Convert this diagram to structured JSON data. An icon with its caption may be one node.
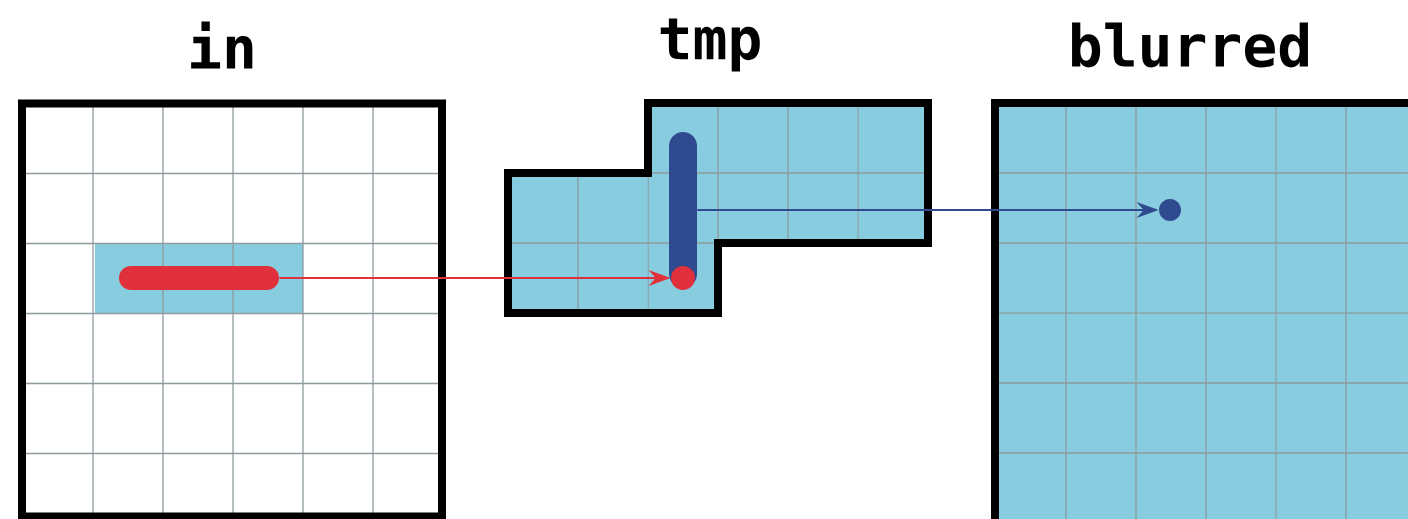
{
  "diagram": {
    "nodes": [
      {
        "text": [
          "in"
        ]
      },
      {
        "text": [],
        "shape": "bar",
        "in": 0
      },
      {
        "text": [
          "tmp"
        ]
      },
      {
        "text": [],
        "shape": "bar",
        "in": 2
      },
      {
        "text": [],
        "shape": "circle",
        "in": 3
      },
      {
        "text": [
          "blurred"
        ]
      },
      {
        "text": [],
        "shape": "circle",
        "in": 5
      }
    ],
    "edges": [
      {
        "from": 1,
        "to": 4,
        "arrow": "to",
        "color": "#e0303c"
      },
      {
        "from": 3,
        "to": 6,
        "arrow": "to",
        "color": "#2f4a8f"
      }
    ]
  }
}
